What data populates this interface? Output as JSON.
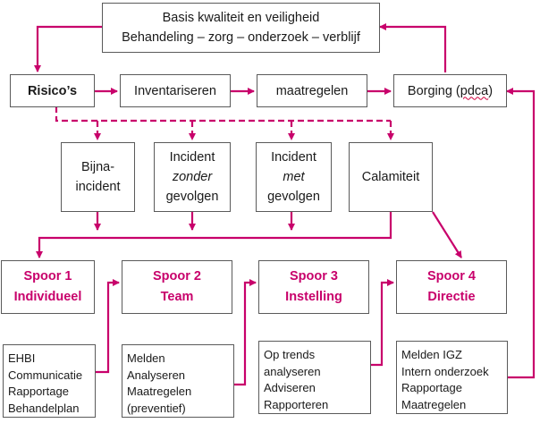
{
  "colors": {
    "arrow": "#c8006b",
    "spoor_text": "#c8006b",
    "border": "#5a5a5a"
  },
  "top": {
    "line1": "Basis kwaliteit en veiligheid",
    "line2": "Behandeling – zorg – onderzoek – verblijf"
  },
  "flow": {
    "risicos": "Risico’s",
    "inventariseren": "Inventariseren",
    "maatregelen": "maatregelen",
    "borging_pre": "Borging (",
    "borging_pdca": "pdca",
    "borging_post": ")"
  },
  "incidents": {
    "bijna": [
      "Bijna-",
      "incident"
    ],
    "zonder": [
      "Incident",
      "zonder",
      "gevolgen"
    ],
    "met": [
      "Incident",
      "met",
      "gevolgen"
    ],
    "calamiteit": "Calamiteit"
  },
  "spoor": {
    "s1": [
      "Spoor 1",
      "Individueel"
    ],
    "s2": [
      "Spoor 2",
      "Team"
    ],
    "s3": [
      "Spoor 3",
      "Instelling"
    ],
    "s4": [
      "Spoor 4",
      "Directie"
    ]
  },
  "actions": {
    "a1": [
      "EHBI",
      "Communicatie",
      "Rapportage",
      "Behandelplan"
    ],
    "a2": [
      "Melden",
      "Analyseren",
      "Maatregelen",
      "(preventief)"
    ],
    "a3": [
      "Op trends",
      "analyseren",
      "Adviseren",
      "Rapporteren"
    ],
    "a4": [
      "Melden IGZ",
      "Intern onderzoek",
      "Rapportage",
      "Maatregelen"
    ]
  }
}
